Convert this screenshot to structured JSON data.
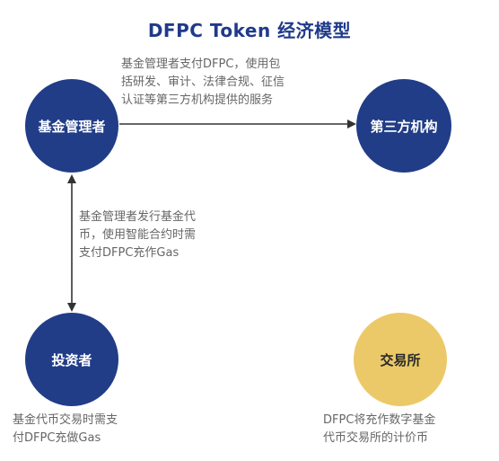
{
  "title": "DFPC Token 经济模型",
  "nodes": {
    "fund_manager": "基金管理者",
    "third_party": "第三方机构",
    "investor": "投资者",
    "exchange": "交易所"
  },
  "descriptions": {
    "fund_to_third": "基金管理者支付DFPC，使用包\n括研发、审计、法律合规、征信\n认证等第三方机构提供的服务",
    "fund_investor": "基金管理者发行基金代\n币，使用智能合约时需\n支付DFPC充作Gas",
    "investor": "基金代币交易时需支\n付DFPC充做Gas",
    "exchange": "DFPC将充作数字基金\n代币交易所的计价币"
  },
  "colors": {
    "primary_node": "#213d87",
    "exchange_node": "#ecc968",
    "title": "#1f3a8a",
    "arrow": "#333333",
    "text": "#666666"
  }
}
